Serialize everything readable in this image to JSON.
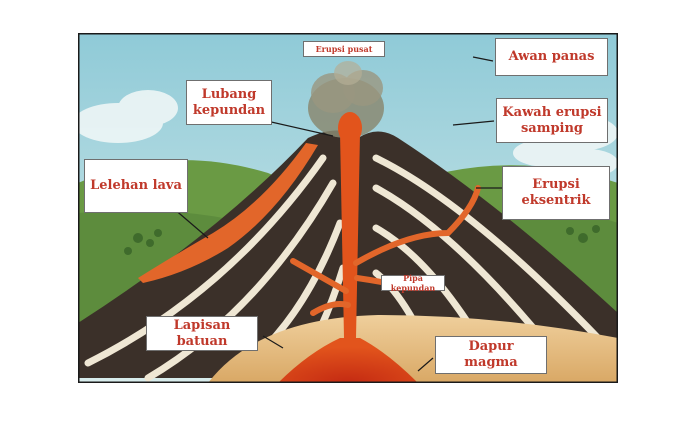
{
  "diagram": {
    "labels": {
      "erupsi_pusat": "Erupsi pusat",
      "awan_panas": "Awan panas",
      "lubang_kepundan": "Lubang\nkepundan",
      "kawah_erupsi_samping": "Kawah erupsi\nsamping",
      "lelehan_lava": "Lelehan lava",
      "erupsi_eksentrik": "Erupsi\neksentrik",
      "pipa_kepundan": "Pipa kepundan",
      "lapisan_batuan": "Lapisan batuan",
      "dapur_magma": "Dapur magma"
    },
    "colors": {
      "sky": "#a9d6e0",
      "hills": "#6f9a45",
      "rock_dark": "#3b3029",
      "rock_light": "#efe7d4",
      "lava": "#e2541c",
      "magma_ground": "#e6c28f",
      "label_text": "#c0392b"
    }
  }
}
